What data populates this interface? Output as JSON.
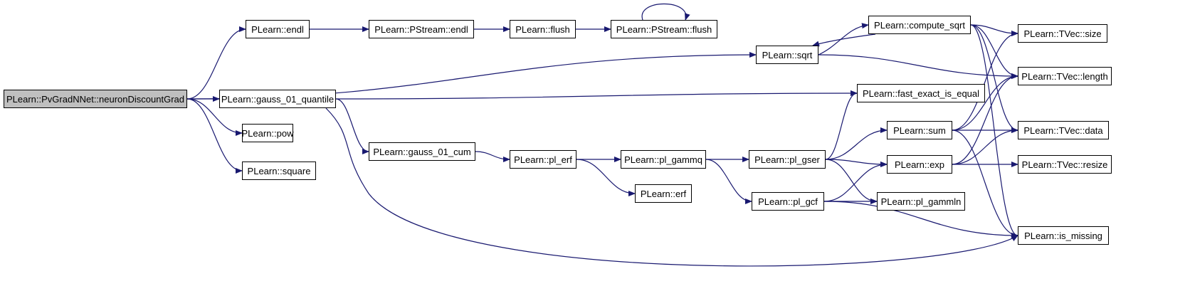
{
  "graph": {
    "nodes": [
      {
        "id": "root",
        "label": "PLearn::PvGradNNet::neuronDiscountGrad",
        "root": true
      },
      {
        "id": "endl",
        "label": "PLearn::endl"
      },
      {
        "id": "ps_endl",
        "label": "PLearn::PStream::endl"
      },
      {
        "id": "flush",
        "label": "PLearn::flush"
      },
      {
        "id": "ps_flush",
        "label": "PLearn::PStream::flush"
      },
      {
        "id": "sqrt",
        "label": "PLearn::sqrt"
      },
      {
        "id": "compute_sqrt",
        "label": "PLearn::compute_sqrt"
      },
      {
        "id": "tvec_size",
        "label": "PLearn::TVec::size"
      },
      {
        "id": "tvec_length",
        "label": "PLearn::TVec::length"
      },
      {
        "id": "gauss_q",
        "label": "PLearn::gauss_01_quantile"
      },
      {
        "id": "fast_eq",
        "label": "PLearn::fast_exact_is_equal"
      },
      {
        "id": "pow",
        "label": "PLearn::pow"
      },
      {
        "id": "square",
        "label": "PLearn::square"
      },
      {
        "id": "gauss_cum",
        "label": "PLearn::gauss_01_cum"
      },
      {
        "id": "pl_erf",
        "label": "PLearn::pl_erf"
      },
      {
        "id": "pl_gammq",
        "label": "PLearn::pl_gammq"
      },
      {
        "id": "pl_gser",
        "label": "PLearn::pl_gser"
      },
      {
        "id": "sum",
        "label": "PLearn::sum"
      },
      {
        "id": "tvec_data",
        "label": "PLearn::TVec::data"
      },
      {
        "id": "exp",
        "label": "PLearn::exp"
      },
      {
        "id": "tvec_resize",
        "label": "PLearn::TVec::resize"
      },
      {
        "id": "erf",
        "label": "PLearn::erf"
      },
      {
        "id": "pl_gcf",
        "label": "PLearn::pl_gcf"
      },
      {
        "id": "pl_gammln",
        "label": "PLearn::pl_gammln"
      },
      {
        "id": "is_missing",
        "label": "PLearn::is_missing"
      }
    ],
    "edges": [
      [
        "root",
        "endl"
      ],
      [
        "root",
        "sqrt"
      ],
      [
        "root",
        "gauss_q"
      ],
      [
        "root",
        "pow"
      ],
      [
        "root",
        "square"
      ],
      [
        "endl",
        "ps_endl"
      ],
      [
        "ps_endl",
        "flush"
      ],
      [
        "flush",
        "ps_flush"
      ],
      [
        "ps_flush",
        "ps_flush"
      ],
      [
        "sqrt",
        "compute_sqrt"
      ],
      [
        "sqrt",
        "tvec_length"
      ],
      [
        "compute_sqrt",
        "sqrt"
      ],
      [
        "compute_sqrt",
        "tvec_size"
      ],
      [
        "compute_sqrt",
        "tvec_length"
      ],
      [
        "compute_sqrt",
        "tvec_data"
      ],
      [
        "compute_sqrt",
        "is_missing"
      ],
      [
        "gauss_q",
        "fast_eq"
      ],
      [
        "gauss_q",
        "gauss_cum"
      ],
      [
        "gauss_q",
        "is_missing"
      ],
      [
        "gauss_cum",
        "pl_erf"
      ],
      [
        "pl_erf",
        "pl_gammq"
      ],
      [
        "pl_erf",
        "erf"
      ],
      [
        "pl_gammq",
        "pl_gser"
      ],
      [
        "pl_gammq",
        "pl_gcf"
      ],
      [
        "pl_gser",
        "fast_eq"
      ],
      [
        "pl_gser",
        "sum"
      ],
      [
        "pl_gser",
        "exp"
      ],
      [
        "pl_gser",
        "pl_gammln"
      ],
      [
        "sum",
        "tvec_size"
      ],
      [
        "sum",
        "tvec_length"
      ],
      [
        "sum",
        "tvec_data"
      ],
      [
        "sum",
        "is_missing"
      ],
      [
        "exp",
        "tvec_length"
      ],
      [
        "exp",
        "tvec_data"
      ],
      [
        "exp",
        "tvec_resize"
      ],
      [
        "pl_gcf",
        "exp"
      ],
      [
        "pl_gcf",
        "pl_gammln"
      ],
      [
        "pl_gcf",
        "is_missing"
      ]
    ],
    "colors": {
      "edge": "#191970",
      "root_fill": "#bfbfbf",
      "node_fill": "#ffffff",
      "border": "#000000"
    }
  }
}
